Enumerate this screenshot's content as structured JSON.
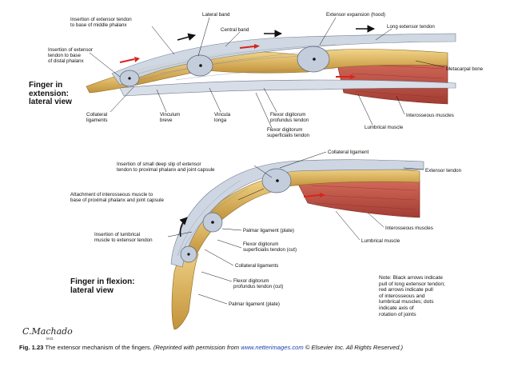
{
  "top": {
    "view_label": "Finger in\nextension:\nlateral view",
    "labels": {
      "ins_middle": "Insertion of extensor tendon\nto base of middle phalanx",
      "ins_distal": "Insertion of extensor\ntendon to base\nof distal phalanx",
      "lateral_band": "Lateral band",
      "central_band": "Central band",
      "extensor_expansion": "Extensor expansion (hood)",
      "long_extensor": "Long extensor tendon",
      "metacarpal": "Metacarpal bone",
      "collateral": "Collateral\nligaments",
      "vinculum_breve": "Vinculum\nbreve",
      "vincula_longa": "Vincula\nlonga",
      "fdp": "Flexor digitorum\nprofundus tendon",
      "fds": "Flexor digitorum\nsuperficialis tendon",
      "lumbrical": "Lumbrical muscle",
      "interosseous": "Interosseous muscles"
    }
  },
  "bottom": {
    "view_label": "Finger in flexion:\nlateral view",
    "labels": {
      "collateral_ligament": "Collateral ligament",
      "deep_slip": "Insertion of small deep slip of extensor\ntendon to proximal phalanx and joint capsule",
      "extensor_tendon": "Extensor tendon",
      "attachment_interosseous": "Attachment of interosseous muscle to\nbase of proximal phalanx and joint capsule",
      "interosseous": "Interosseous muscles",
      "ins_lumbrical": "Insertion of lumbrical\nmuscle to extensor tendon",
      "palmar_plate_1": "Palmar ligament (plate)",
      "fds_cut": "Flexor digitorum\nsuperficialis tendon (cut)",
      "lumbrical": "Lumbrical muscle",
      "collateral_ligaments": "Collateral ligaments",
      "fdp_cut": "Flexor digitorum\nprofundus tendon (cut)",
      "palmar_plate_2": "Palmar ligament (plate)"
    }
  },
  "note": "Note: Black arrows indicate\npull of long extensor tendon;\nred arrows indicate pull\nof interosseous and\nlumbrical muscles; dots\nindicate axis of\nrotation of joints",
  "signature": "C.Machado",
  "signature_sub": "M.D.",
  "caption": {
    "fig": "Fig. 1.23",
    "text": "The extensor mechanism of the fingers.",
    "reprint": "(Reprinted with permission from",
    "link": "www.netterimages.com",
    "rights": "© Elsevier Inc. All Rights Reserved.)"
  },
  "colors": {
    "bone": "#d9b45a",
    "tendon": "#c9d3df",
    "muscle": "#c9574a",
    "red_arrow": "#d6261c",
    "link": "#1a3fb0"
  }
}
